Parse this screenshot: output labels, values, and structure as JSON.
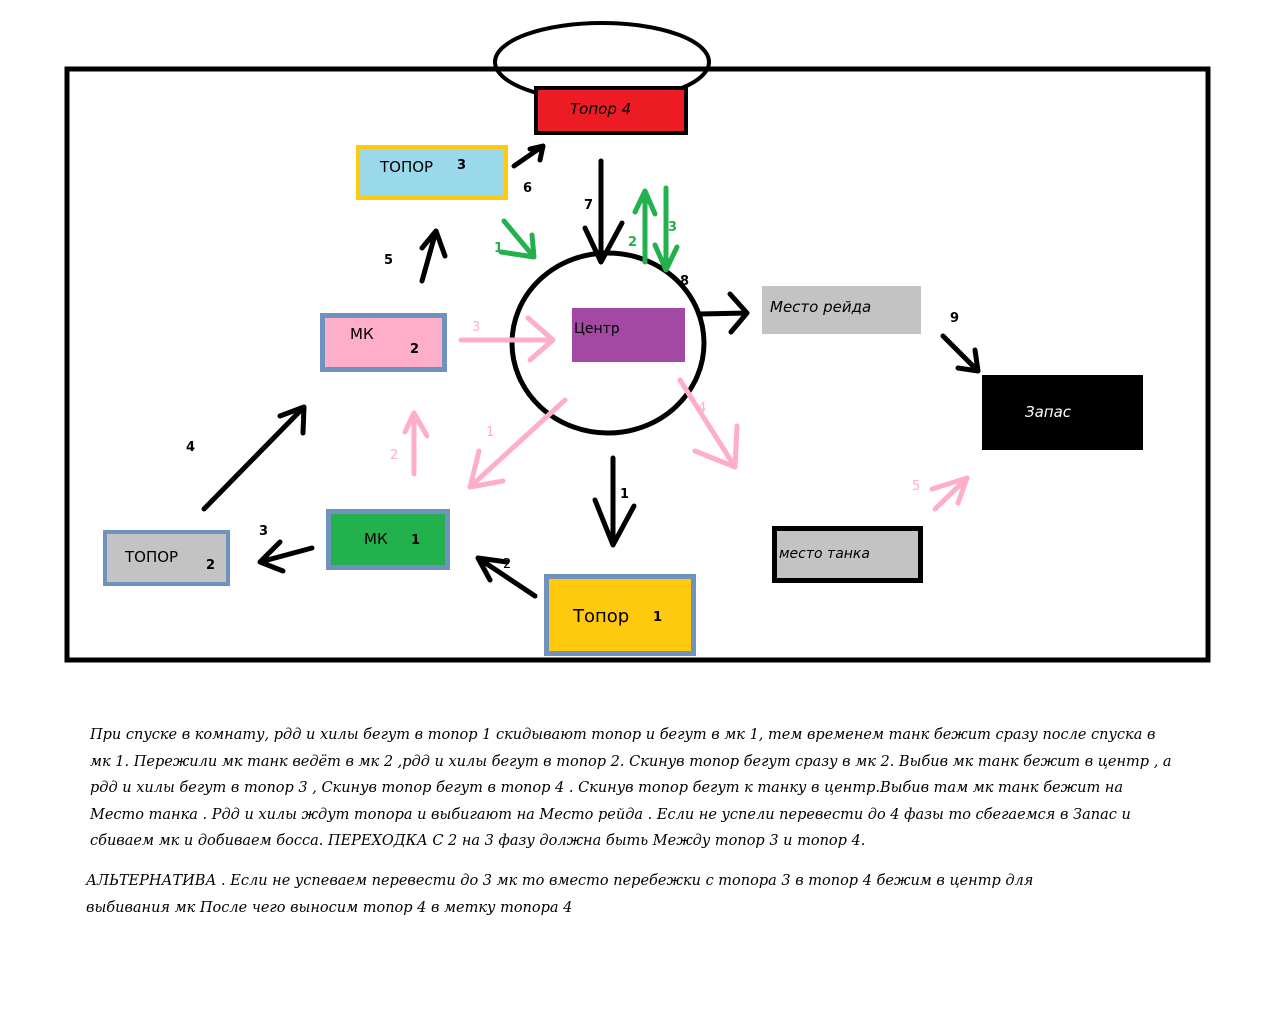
{
  "diagram": {
    "colors": {
      "black": "#000000",
      "green": "#22b14c",
      "pink": "#ffaec9",
      "red": "#ed1c24",
      "light_blue": "#99d9ea",
      "gold": "#ffc90e",
      "purple": "#a349a4",
      "gray": "#c3c3c3",
      "steel_blue": "#7092be"
    },
    "nodes": {
      "axe4": {
        "label": "Топор 4"
      },
      "axe3": {
        "label": "ТОПОР",
        "num": "3"
      },
      "mk2": {
        "label": "МК",
        "num": "2"
      },
      "center": {
        "label": "Центр"
      },
      "raid_spot": {
        "label": "Место рейда"
      },
      "reserve": {
        "label": "Запас"
      },
      "axe2": {
        "label": "ТОПОР",
        "num": "2"
      },
      "mk1": {
        "label": "МК",
        "num": "1"
      },
      "axe1": {
        "label": "Топор",
        "num": "1"
      },
      "tank_spot": {
        "label": "место танка"
      }
    },
    "arrow_labels": {
      "black_1": "1",
      "black_2": "2",
      "black_3": "3",
      "black_4": "4",
      "black_5": "5",
      "black_6": "6",
      "black_7": "7",
      "black_8": "8",
      "black_9": "9",
      "green_1": "1",
      "green_2": "2",
      "green_3": "3",
      "pink_1": "1",
      "pink_2": "2",
      "pink_3": "3",
      "pink_4": "4",
      "pink_5": "5"
    }
  },
  "notes": {
    "line1": "При спуске в комнату, рдд и хилы бегут в топор 1 скидывают топор и бегут в мк 1, тем временем танк бежит сразу после спуска в",
    "line2": "мк 1. Пережили мк танк ведёт в мк 2 ,рдд и хилы бегут в топор 2. Скинув топор бегут сразу в мк 2. Выбив мк танк бежит в центр , а",
    "line3": "рдд и хилы бегут в топор 3 , Скинув топор бегут в топор 4 . Скинув топор бегут к танку в центр.Выбив там мк танк бежит на",
    "line4": "Место танка . Рдд и хилы ждут топора и выбигают на Место рейда . Если не успели перевести  до 4 фазы то сбегаемся в Запас и",
    "line5": "сбиваем мк и добиваем босса. ПЕРЕХОДКА С 2 на 3 фазу должна быть Между топор 3 и топор 4."
  },
  "alternative": {
    "line1": "АЛЬТЕРНАТИВА . Если не успеваем перевести до 3 мк то вместо перебежки с топора 3 в топор 4 бежим в центр для",
    "line2": "выбивания мк После чего выносим топор 4 в метку топора 4"
  }
}
